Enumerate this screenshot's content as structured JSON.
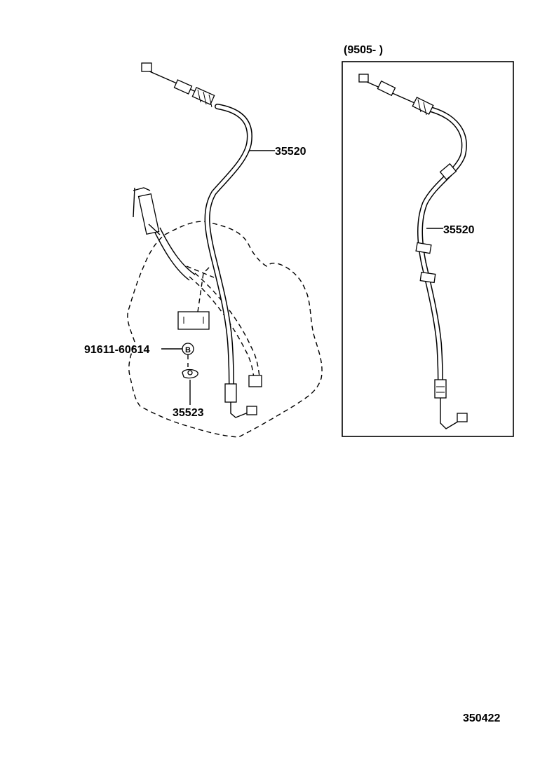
{
  "diagram": {
    "main": {
      "cable_label": "35520",
      "bolt_label": "91611-60614",
      "bolt_marker": "B",
      "bracket_label": "35523"
    },
    "inset": {
      "header": "(9505-        )",
      "cable_label": "35520"
    },
    "figure_number": "350422"
  }
}
